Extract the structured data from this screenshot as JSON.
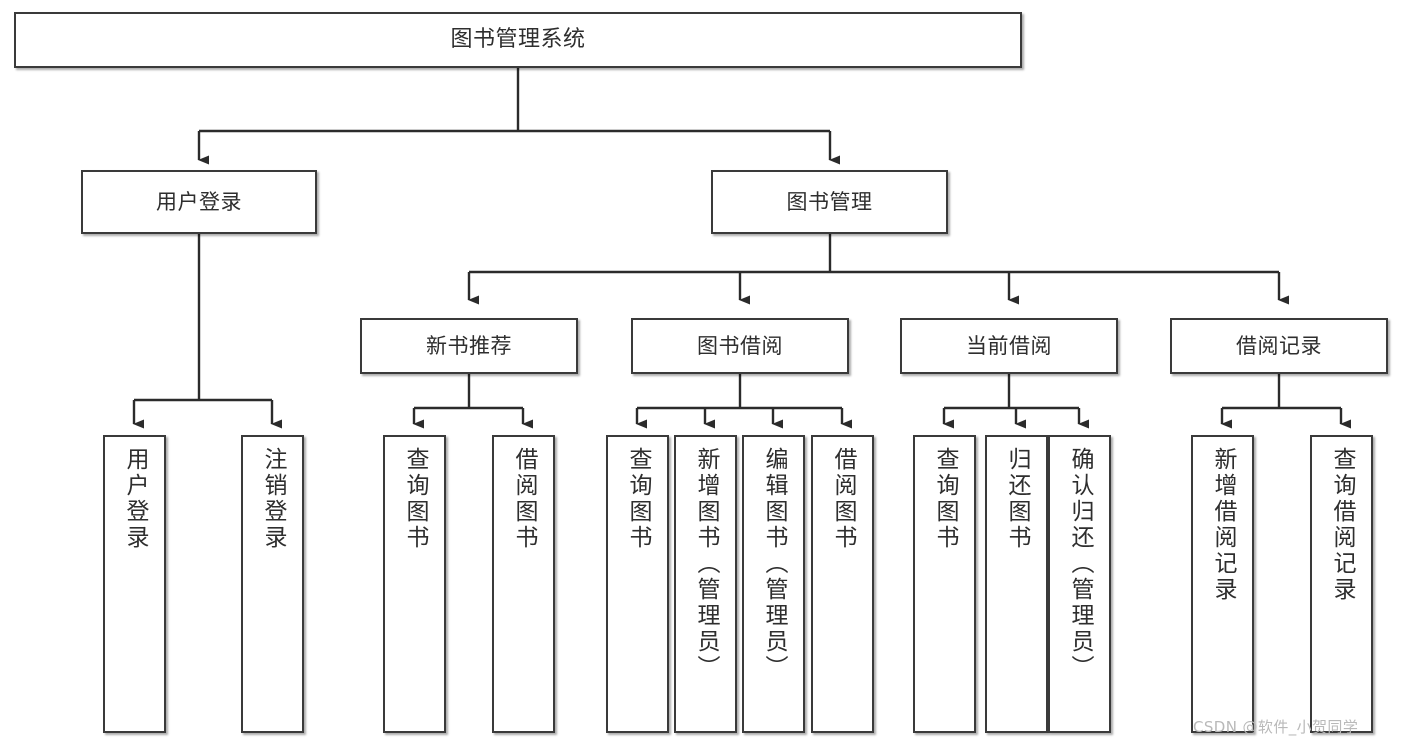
{
  "diagram": {
    "title": "图书管理系统",
    "type": "tree",
    "watermark": "CSDN @软件_小贺同学",
    "colors": {
      "background": "#ffffff",
      "border": "#3a3a3a",
      "text": "#2e2e2e",
      "connector": "#2b2b2b",
      "watermark": "#b9b9b9"
    },
    "nodes": {
      "root": {
        "label": "图书管理系统"
      },
      "level2": [
        {
          "id": "user-login",
          "label": "用户登录"
        },
        {
          "id": "book-management",
          "label": "图书管理"
        }
      ],
      "level3": [
        {
          "id": "new-book-recommend",
          "label": "新书推荐"
        },
        {
          "id": "book-borrow",
          "label": "图书借阅"
        },
        {
          "id": "current-borrow",
          "label": "当前借阅"
        },
        {
          "id": "borrow-record",
          "label": "借阅记录"
        }
      ],
      "leaves": {
        "user-login": [
          {
            "id": "leaf-user-login",
            "label": "用户登录"
          },
          {
            "id": "leaf-logout-login",
            "label": "注销登录"
          }
        ],
        "new-book-recommend": [
          {
            "id": "leaf-query-book-1",
            "label": "查询图书"
          },
          {
            "id": "leaf-borrow-book-1",
            "label": "借阅图书"
          }
        ],
        "book-borrow": [
          {
            "id": "leaf-query-book-2",
            "label": "查询图书"
          },
          {
            "id": "leaf-add-book",
            "label": "新增图书（管理员）"
          },
          {
            "id": "leaf-edit-book",
            "label": "编辑图书（管理员）"
          },
          {
            "id": "leaf-borrow-book-2",
            "label": "借阅图书"
          }
        ],
        "current-borrow": [
          {
            "id": "leaf-query-book-3",
            "label": "查询图书"
          },
          {
            "id": "leaf-return-book",
            "label": "归还图书"
          },
          {
            "id": "leaf-confirm-return",
            "label": "确认归还（管理员）"
          }
        ],
        "borrow-record": [
          {
            "id": "leaf-add-borrow-record",
            "label": "新增借阅记录"
          },
          {
            "id": "leaf-query-borrow-record",
            "label": "查询借阅记录"
          }
        ]
      }
    }
  }
}
